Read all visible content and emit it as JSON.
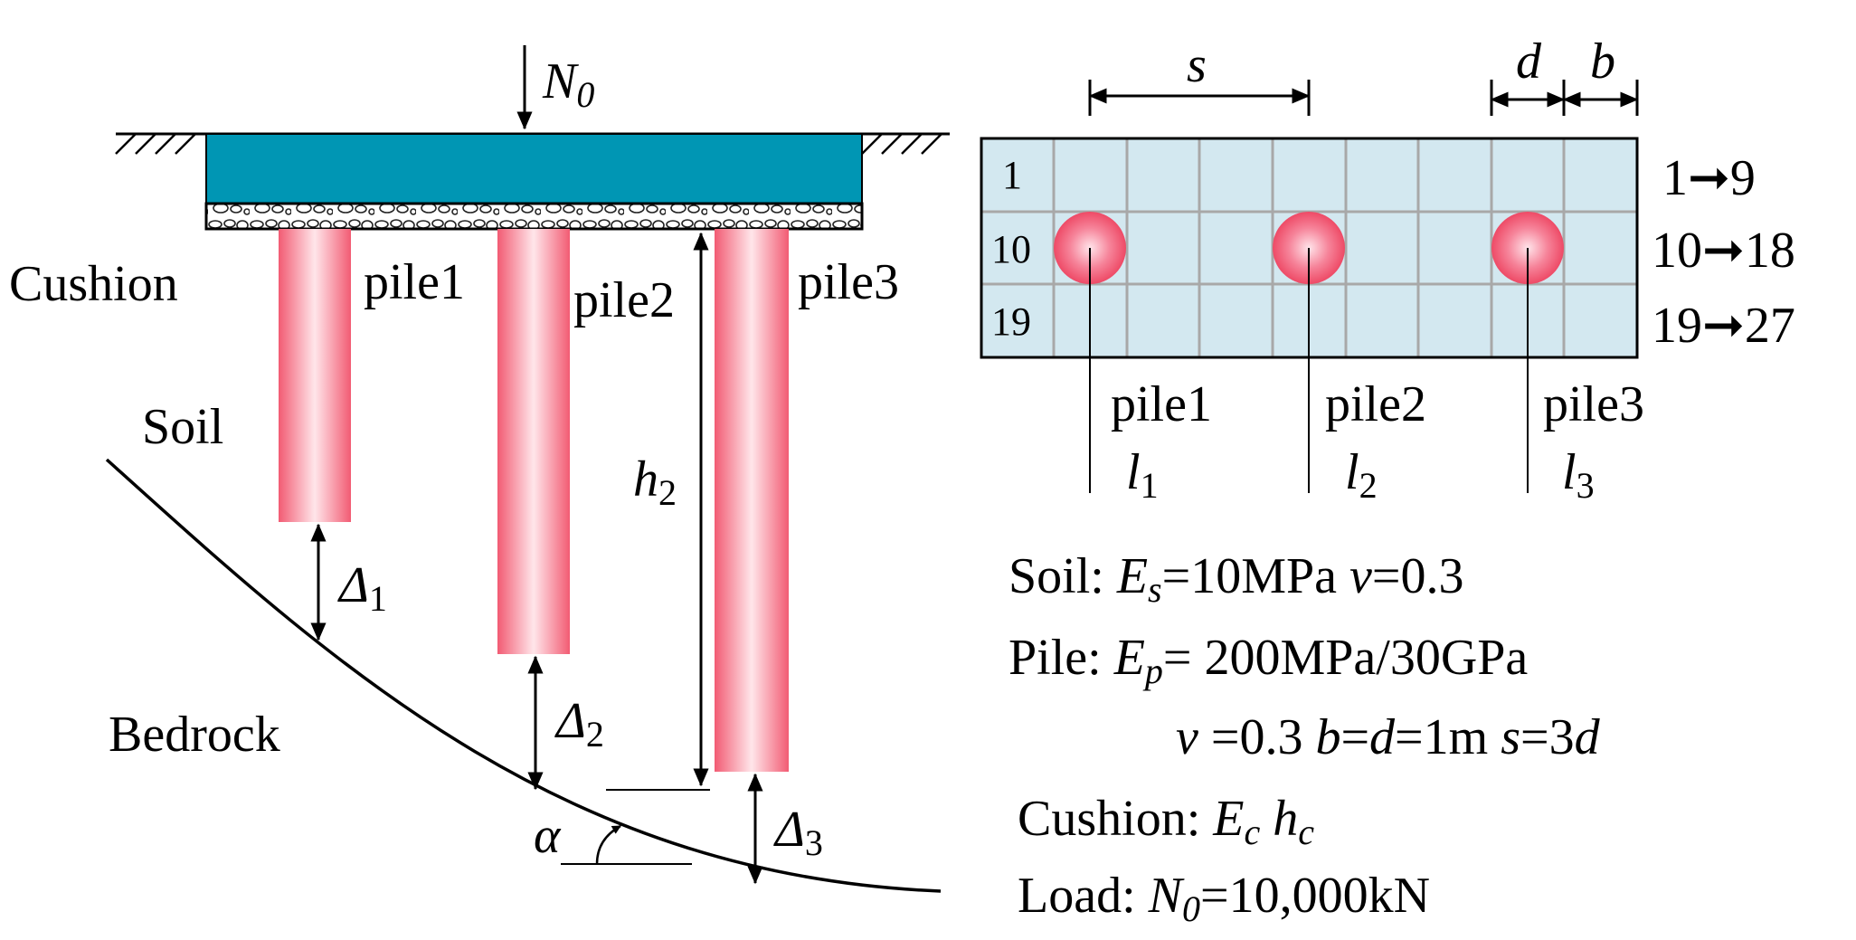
{
  "colors": {
    "cap": "#0096b4",
    "pile": "#f25b73",
    "grid_fill": "#d3e8f0",
    "grid_line": "#a8a8a8"
  },
  "left": {
    "load_label": "N0",
    "label_cushion": "Cushion",
    "label_soil": "Soil",
    "label_bedrock": "Bedrock",
    "pile1": "pile1",
    "pile2": "pile2",
    "pile3": "pile3",
    "h2": "h2",
    "delta1": "Δ1",
    "delta2": "Δ2",
    "delta3": "Δ3",
    "alpha": "α"
  },
  "right": {
    "dim_s": "s",
    "dim_d": "d",
    "dim_b": "b",
    "cell_1": "1",
    "cell_10": "10",
    "cell_19": "19",
    "row_1": "1➞9",
    "row_2": "10➞18",
    "row_3": "19➞27",
    "pile1": "pile1",
    "pile2": "pile2",
    "pile3": "pile3",
    "l1": "l1",
    "l2": "l2",
    "l3": "l3"
  },
  "params": {
    "soil": "Soil:  Es=10MPa    v=0.3",
    "pile": "Pile:  Ep= 200MPa/30GPa",
    "pile2": "v =0.3   b=d=1m  s=3d",
    "cushion": "Cushion: Ec  hc",
    "load": "Load: N0=10,000kN"
  }
}
